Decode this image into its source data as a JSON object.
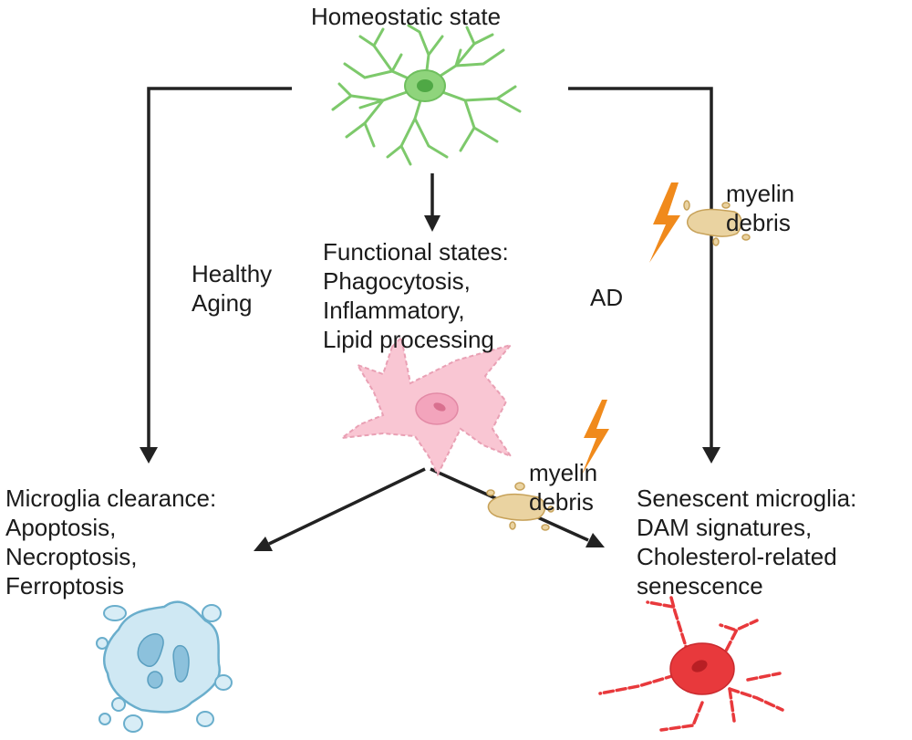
{
  "diagram": {
    "nodes": {
      "homeostatic": {
        "title": "Homeostatic state",
        "cell_color": "#7dc96b"
      },
      "functional": {
        "lines": [
          "Functional states:",
          "Phagocytosis,",
          "Inflammatory,",
          "Lipid processing"
        ],
        "cell_color": "#f5b8c8"
      },
      "clearance": {
        "lines": [
          "Microglia clearance:",
          "Apoptosis,",
          "Necroptosis,",
          "Ferroptosis"
        ],
        "cell_color": "#b9dcec"
      },
      "senescent": {
        "lines": [
          "Senescent microglia:",
          "DAM signatures,",
          "Cholesterol-related",
          "senescence"
        ],
        "cell_color": "#e8393c"
      }
    },
    "edges": {
      "healthy_aging": {
        "lines": [
          "Healthy",
          "Aging"
        ]
      },
      "ad": {
        "label": "AD"
      }
    },
    "annotations": {
      "debris_top": {
        "lines": [
          "myelin",
          "debris"
        ]
      },
      "debris_bottom": {
        "lines": [
          "myelin",
          "debris"
        ]
      }
    },
    "colors": {
      "arrow": "#1e1e1e",
      "lightning": "#f08a1c",
      "debris": "#e8c98c"
    }
  }
}
